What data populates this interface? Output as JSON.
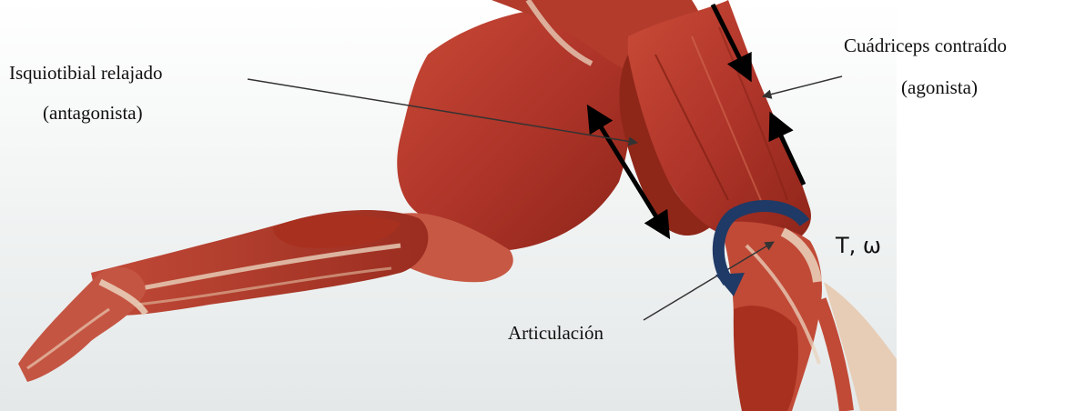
{
  "labels": {
    "hamstring_line1": "Isquiotibial relajado",
    "hamstring_line2": "(antagonista)",
    "quadriceps_line1": "Cuádriceps contraído",
    "quadriceps_line2": "(agonista)",
    "joint": "Articulación",
    "torque": "T, ω"
  },
  "colors": {
    "muscle_main": "#b8392c",
    "muscle_dark": "#8a2418",
    "muscle_light": "#d26a52",
    "tendon": "#ead3bd",
    "background_top": "#ffffff",
    "background_bottom": "#e9ecec",
    "arrow_black": "#000000",
    "leader_gray": "#333333",
    "rotation_arrow": "#1f3a66"
  }
}
